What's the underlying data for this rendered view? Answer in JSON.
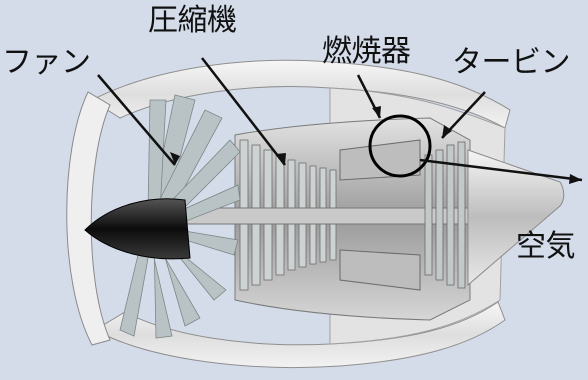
{
  "diagram": {
    "labels": {
      "fan": "ファン",
      "compressor": "圧縮機",
      "combustor": "燃焼器",
      "turbine": "タービン",
      "air": "空気"
    },
    "colors": {
      "background": "#d4dcea",
      "casing": "#ececec",
      "casing_shadow": "#a8a8a8",
      "blade": "#b9c3c5",
      "nose_cone": "#1a1a1a",
      "arrow": "#111111",
      "highlight_circle": "#000000"
    }
  }
}
